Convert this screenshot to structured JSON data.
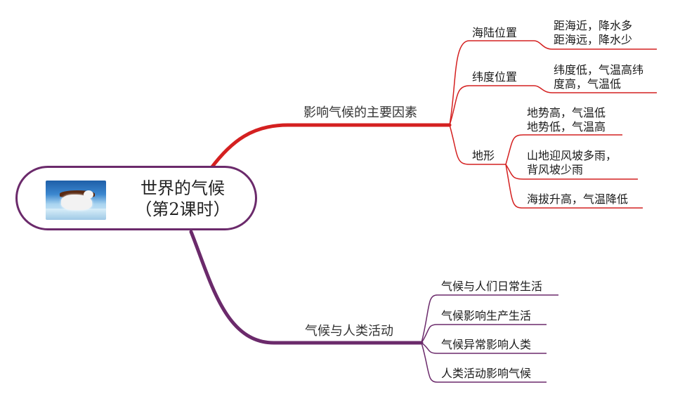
{
  "root": {
    "title_line1": "世界的气候",
    "title_line2": "（第2课时）",
    "image_icon": "polar-bear-on-ice-image"
  },
  "colors": {
    "red_branch": "#d42020",
    "purple_branch": "#6b2a6b",
    "root_border": "#6b2a6b"
  },
  "branches": {
    "factors": {
      "label": "影响气候的主要因素",
      "children": {
        "sea_land": {
          "label": "海陆位置",
          "line1": "距海近，降水多",
          "line2": "距海远，降水少"
        },
        "latitude": {
          "label": "纬度位置",
          "line1": "纬度低，气温高纬",
          "line2": "度高，气温低"
        },
        "terrain": {
          "label": "地形",
          "a_line1": "地势高，气温低",
          "a_line2": "地势低，气温高",
          "b_line1": "山地迎风坡多雨，",
          "b_line2": "背风坡少雨",
          "c_line1": "海拔升高，气温降低"
        }
      }
    },
    "human": {
      "label": "气候与人类活动",
      "children": [
        "气候与人们日常生活",
        "气候影响生产生活",
        "气候异常影响人类",
        "人类活动影响气候"
      ]
    }
  }
}
